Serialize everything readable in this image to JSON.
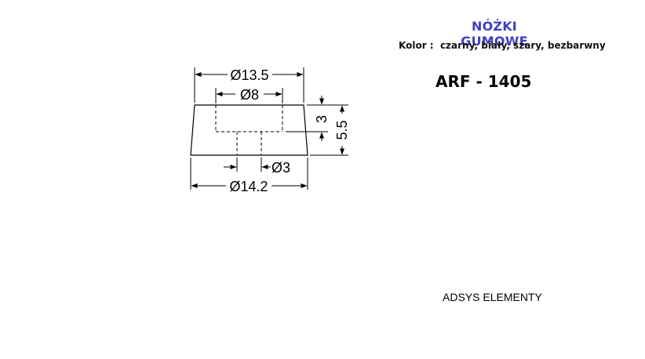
{
  "header": {
    "title": "NÓŻKI GUMOWE",
    "color_line": "Kolor :  czarny, biały, szary, bezbarwny",
    "product_code": "ARF - 1405"
  },
  "footer": {
    "company": "ADSYS ELEMENTY"
  },
  "drawing": {
    "dim_top_outer": "Ø13.5",
    "dim_top_inner": "Ø8",
    "dim_hole": "Ø3",
    "dim_bottom_outer": "Ø14.2",
    "dim_recess_height": "3",
    "dim_total_height": "5.5"
  },
  "colors": {
    "title": "#3f3fbf",
    "line": "#000000",
    "body_fill": "#ffffff"
  }
}
